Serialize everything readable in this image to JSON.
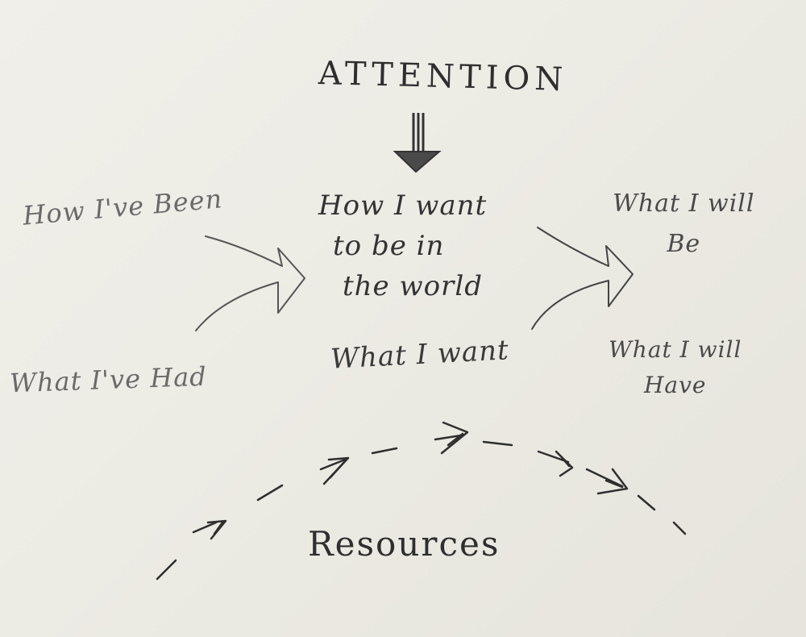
{
  "title": "ATTENTION",
  "center": {
    "lines": [
      "How I want",
      "to be in",
      "the world"
    ]
  },
  "left": {
    "been": "How I've Been",
    "had": "What I've Had"
  },
  "middle": {
    "want": "What I want"
  },
  "right": {
    "be_lines": [
      "What I will",
      "Be"
    ],
    "have_lines": [
      "What I will",
      "Have"
    ]
  },
  "bottom": {
    "resources": "Resources"
  },
  "colors": {
    "paper": "#ecebe4",
    "ink_dark": "#2e2e2e",
    "ink_light": "#6a6a6a"
  }
}
